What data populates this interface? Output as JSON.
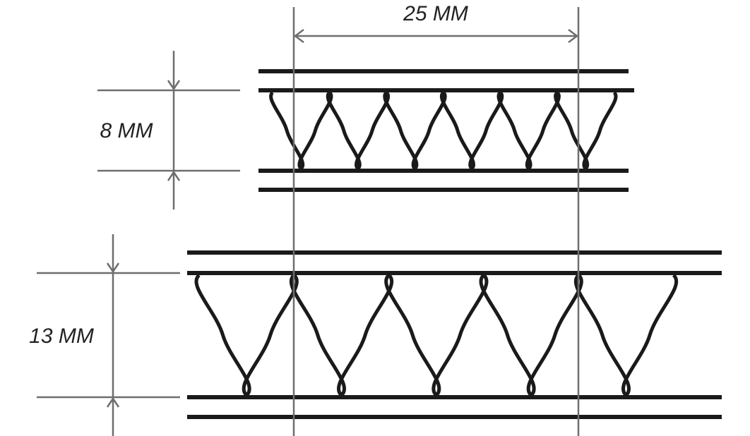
{
  "colors": {
    "structure": "#1a1a1a",
    "dimension": "#6e6e6e",
    "text": "#222222"
  },
  "labels": {
    "pitch": "25 MM",
    "thin_height": "8 MM",
    "thick_height": "13 MM"
  },
  "panels": [
    {
      "name": "thin-panel",
      "height_mm": 8,
      "pitch_mm": 25,
      "flutes_per_pitch": 5
    },
    {
      "name": "thick-panel",
      "height_mm": 13,
      "pitch_mm": 25,
      "flutes_per_pitch": 3
    }
  ]
}
